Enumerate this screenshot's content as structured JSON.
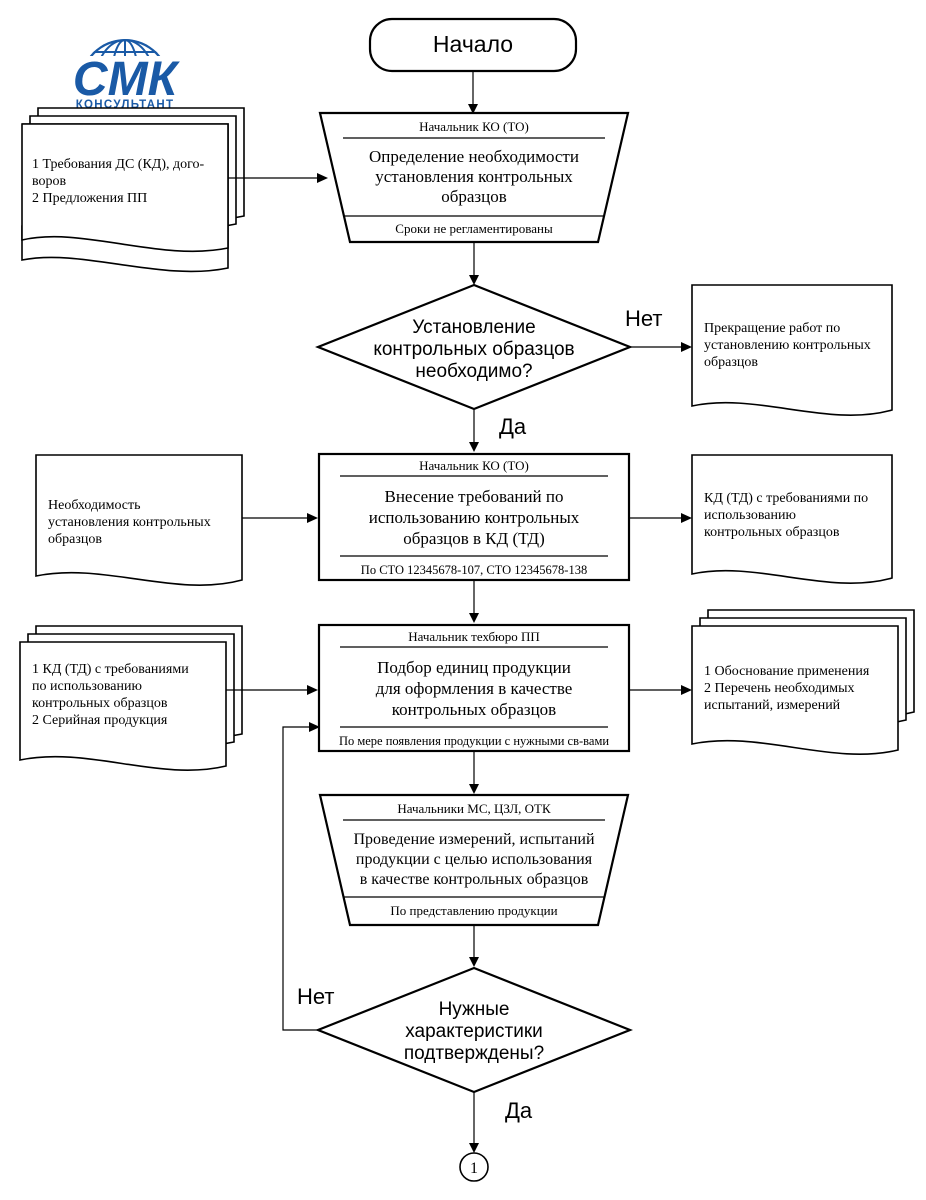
{
  "logo": {
    "text": "СМК",
    "subtext": "КОНСУЛЬТАНТ",
    "color": "#1a5aa6"
  },
  "start": {
    "label": "Начало"
  },
  "step1": {
    "role": "Начальник КО (ТО)",
    "lines": [
      "Определение необходимости",
      "установления контрольных",
      "образцов"
    ],
    "footer": "Сроки не регламентированы",
    "input_lines": [
      "1 Требования ДС (КД), дого-",
      "воров",
      "2 Предложения ПП"
    ]
  },
  "decision1": {
    "lines": [
      "Установление",
      "контрольных образцов",
      "необходимо?"
    ],
    "no_label": "Нет",
    "yes_label": "Да",
    "no_output_lines": [
      "Прекращение работ по",
      "установлению контрольных",
      "образцов"
    ]
  },
  "step2": {
    "role": "Начальник КО (ТО)",
    "lines": [
      "Внесение требований по",
      "использованию контрольных",
      "образцов в КД (ТД)"
    ],
    "footer": "По СТО 12345678-107, СТО 12345678-138",
    "input_lines": [
      "Необходимость",
      "установления контрольных",
      "образцов"
    ],
    "output_lines": [
      "КД (ТД) с требованиями по",
      "использованию",
      "контрольных образцов"
    ]
  },
  "step3": {
    "role": "Начальник техбюро ПП",
    "lines": [
      "Подбор единиц продукции",
      "для оформления в качестве",
      "контрольных образцов"
    ],
    "footer": "По мере появления продукции с нужными св-вами",
    "input_lines": [
      "1 КД (ТД) с требованиями",
      "по использованию",
      "контрольных образцов",
      "2 Серийная продукция"
    ],
    "output_lines": [
      "1 Обоснование применения",
      "2 Перечень необходимых",
      "испытаний, измерений"
    ]
  },
  "step4": {
    "role": "Начальники МС, ЦЗЛ, ОТК",
    "lines": [
      "Проведение измерений, испытаний",
      "продукции с целью использования",
      "в качестве контрольных образцов"
    ],
    "footer": "По представлению продукции"
  },
  "decision2": {
    "lines": [
      "Нужные",
      "характеристики",
      "подтверждены?"
    ],
    "no_label": "Нет",
    "yes_label": "Да"
  },
  "connector": {
    "label": "1"
  }
}
